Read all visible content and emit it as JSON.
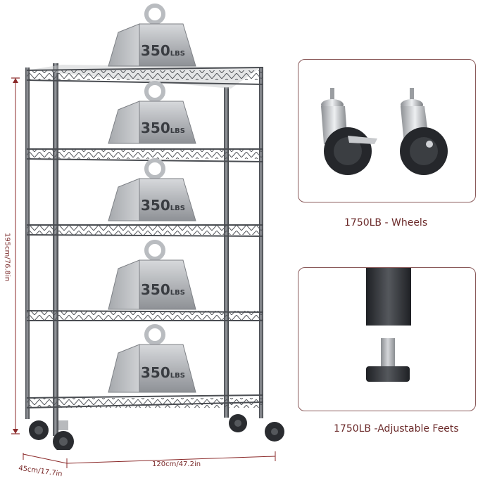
{
  "product": {
    "shelf_tiers": 5,
    "weights": [
      {
        "value": "350",
        "unit": "LBS"
      },
      {
        "value": "350",
        "unit": "LBS"
      },
      {
        "value": "350",
        "unit": "LBS"
      },
      {
        "value": "350",
        "unit": "LBS"
      },
      {
        "value": "350",
        "unit": "LBS"
      }
    ]
  },
  "dimensions": {
    "height": "195cm/76.8in",
    "depth": "45cm/17.7in",
    "width": "120cm/47.2in"
  },
  "panels": {
    "wheels": {
      "caption": "1750LB - Wheels"
    },
    "feet": {
      "caption": "1750LB -Adjustable Feets"
    }
  },
  "colors": {
    "dimension_line": "#8b2a2a",
    "caption_text": "#6b2a2a",
    "panel_border": "#8a5a5a",
    "rack_metal": "#5a5d62"
  }
}
